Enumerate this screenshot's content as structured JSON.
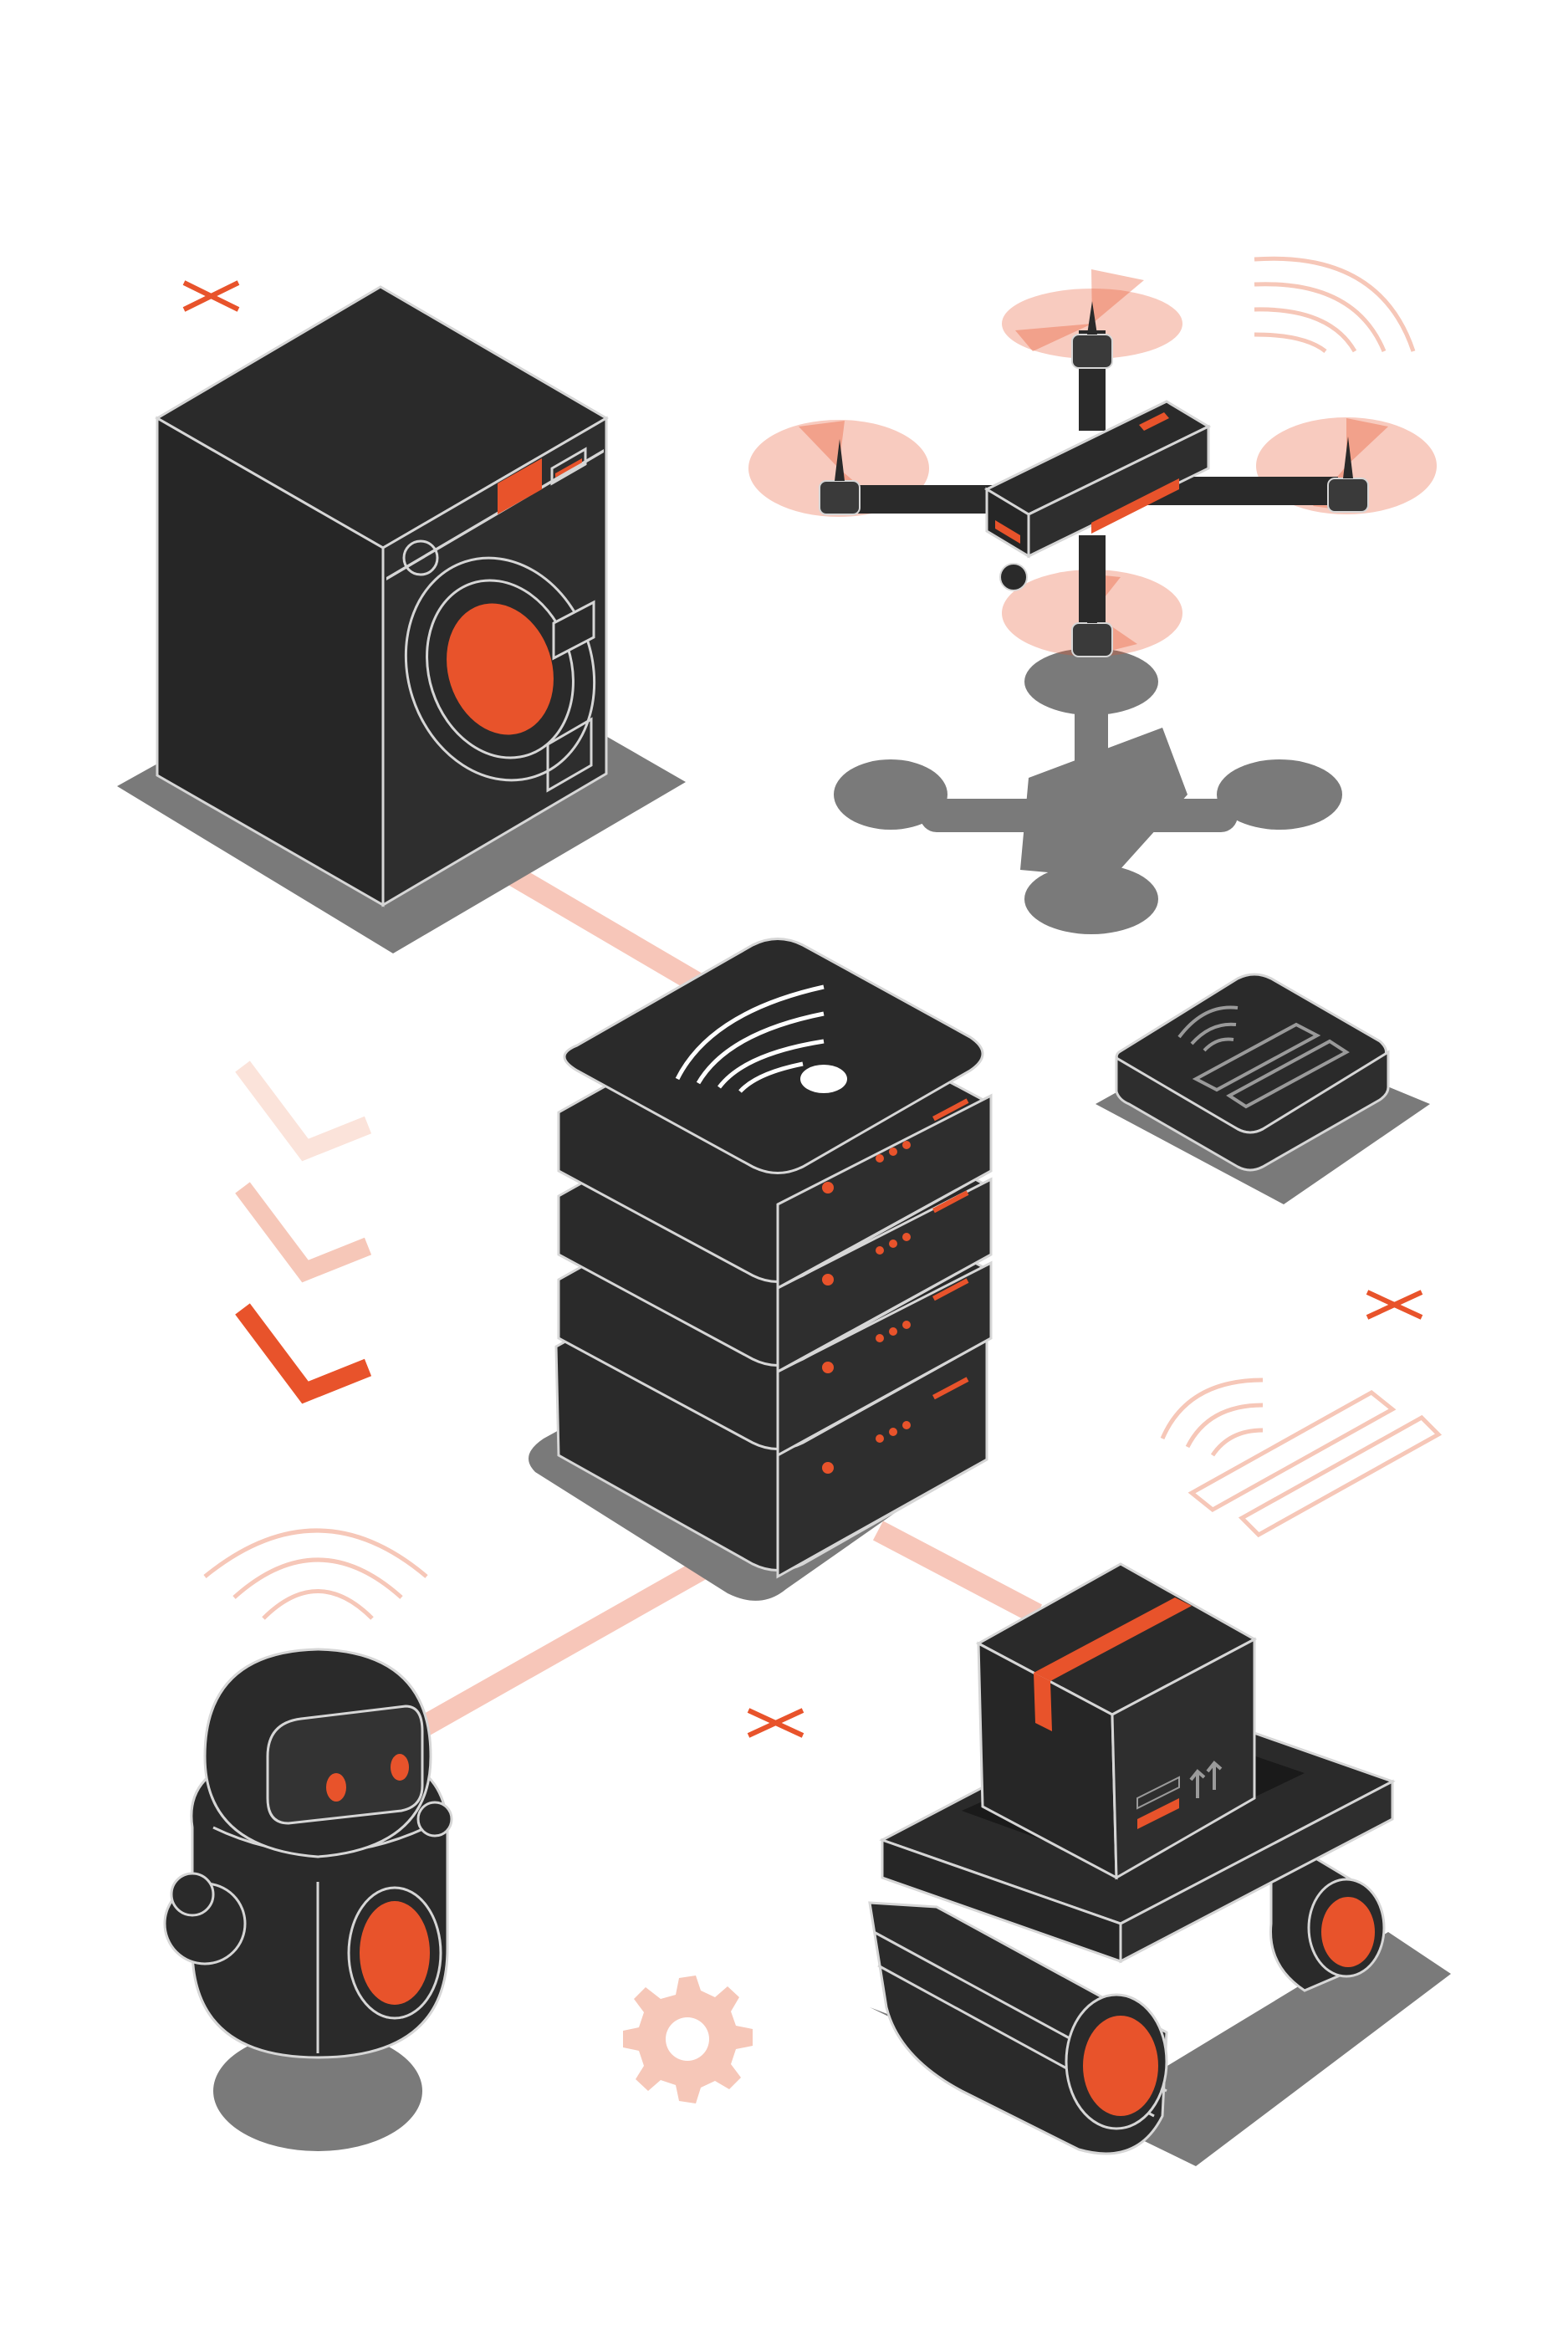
{
  "palette": {
    "background": "#ffffff",
    "device_dark": "#2a2a2a",
    "device_face": "#333333",
    "outline": "#d6d6d6",
    "shadow": "#7a7a7a",
    "accent": "#e8532b",
    "accent_light": "#f6c7b8",
    "accent_pale": "#fbe3da"
  },
  "illustration": {
    "devices": [
      {
        "id": "washing-machine",
        "icon": "washing-machine-icon"
      },
      {
        "id": "drone",
        "icon": "drone-icon"
      },
      {
        "id": "smart-hub",
        "icon": "hub-icon"
      },
      {
        "id": "server-stack",
        "icon": "server-icon"
      },
      {
        "id": "robot",
        "icon": "robot-icon"
      },
      {
        "id": "delivery-rover",
        "icon": "rover-icon"
      }
    ],
    "decorations": [
      "cross-mark-icon",
      "chevron-icon",
      "wifi-waves-icon",
      "gear-icon",
      "remote-control-icon"
    ]
  }
}
